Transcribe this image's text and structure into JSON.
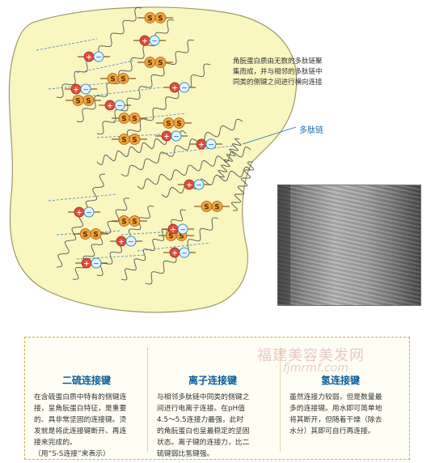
{
  "top_note": [
    "角朊蛋白质由无数的多肽链聚",
    "集而成，并与相邻的多肽链中",
    "同类的侧键之间进行横向连接"
  ],
  "peptide_label": "多肽链",
  "bond_symbols": {
    "disulfide_letter": "S",
    "plus": "+",
    "minus": "−"
  },
  "legend": [
    {
      "title": "二硫连接键",
      "desc": [
        "在含硫蛋白质中特有的侧键连",
        "接，呈角朊蛋白特征，是重要",
        "的、具非常坚固的连接键。烫",
        "发就是将此连接键断开、再连",
        "接来完成的。",
        "（用“S-S连接”来表示）"
      ]
    },
    {
      "title": "离子连接键",
      "desc": [
        "与相邻多肽链中同类的侧键之",
        "间进行电离子连接。在pH值",
        "4.5～5.5连接力最强，此时",
        "的角朊蛋白也呈最稳定的坚固",
        "状态。离子键的连接力，比二",
        "硫键弱比氢键强。"
      ]
    },
    {
      "title": "氢连接键",
      "desc": [
        "虽然连接力较弱，但是数量最",
        "多的连接键。用水即可简单地",
        "将其断开，但随着干燥（除去",
        "水分）其即可自行再连接。"
      ]
    }
  ],
  "watermark": {
    "cn": "福建美容美发网",
    "en": "fjmrmf.com"
  },
  "colors": {
    "blob": "#faf6c0",
    "blob_stroke": "#9a9a66",
    "ss": "#f3a43a",
    "plus": "#e04b3c",
    "minus": "#2f8fd0",
    "title": "#0a5d9a",
    "panel_border": "#c7b233"
  }
}
